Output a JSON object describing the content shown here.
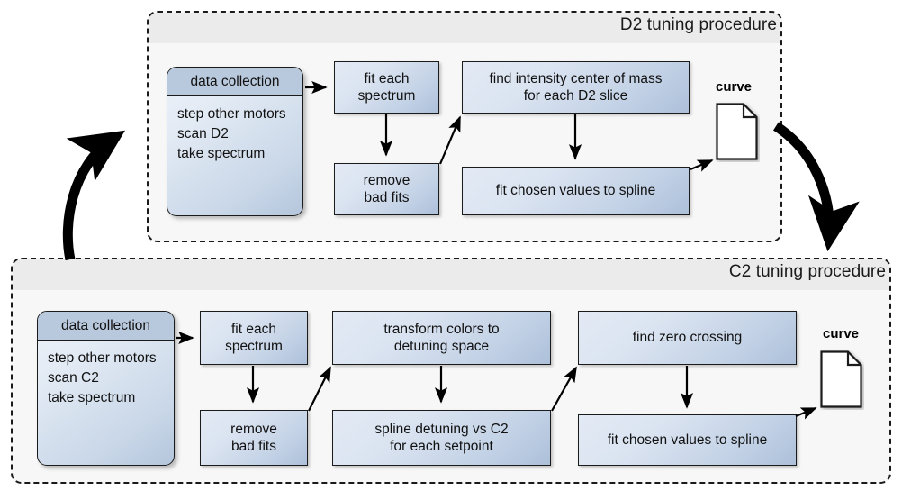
{
  "diagram": {
    "title": "D2 and C2 tuning procedures flowchart",
    "colors": {
      "container_border": "#1a1a1a",
      "container_body": "#f7f7f7",
      "container_titlebar": "#ebebeb",
      "node_gradient_light": "#e3eaf5",
      "node_gradient_dark": "#adc0da",
      "node_border": "#1b1b1b",
      "dc_header": "#b9c9dd",
      "arrow": "#000000",
      "page_background": "#ffffff"
    },
    "groups": [
      {
        "id": "d2",
        "title": "D2 tuning procedure",
        "data_collection": {
          "header": "data collection",
          "lines": [
            "step other motors",
            "scan D2",
            "take spectrum"
          ]
        },
        "nodes": [
          {
            "id": "d2-fit-each-spectrum",
            "lines": [
              "fit each",
              "spectrum"
            ]
          },
          {
            "id": "d2-remove-bad-fits",
            "lines": [
              "remove",
              "bad fits"
            ]
          },
          {
            "id": "d2-find-intensity-com",
            "lines": [
              "find intensity center of mass",
              "for each D2 slice"
            ]
          },
          {
            "id": "d2-fit-values-spline",
            "lines": [
              "fit chosen values to spline"
            ]
          }
        ],
        "output": {
          "label": "curve",
          "icon": "document-icon"
        }
      },
      {
        "id": "c2",
        "title": "C2 tuning procedure",
        "data_collection": {
          "header": "data collection",
          "lines": [
            "step other motors",
            "scan C2",
            "take spectrum"
          ]
        },
        "nodes": [
          {
            "id": "c2-fit-each-spectrum",
            "lines": [
              "fit each",
              "spectrum"
            ]
          },
          {
            "id": "c2-remove-bad-fits",
            "lines": [
              "remove",
              "bad fits"
            ]
          },
          {
            "id": "c2-transform-colors",
            "lines": [
              "transform colors to",
              "detuning space"
            ]
          },
          {
            "id": "c2-spline-detuning",
            "lines": [
              "spline detuning vs C2",
              "for each setpoint"
            ]
          },
          {
            "id": "c2-find-zero-crossing",
            "lines": [
              "find zero crossing"
            ]
          },
          {
            "id": "c2-fit-values-spline",
            "lines": [
              "fit chosen values to spline"
            ]
          }
        ],
        "output": {
          "label": "curve",
          "icon": "document-icon"
        }
      }
    ]
  }
}
